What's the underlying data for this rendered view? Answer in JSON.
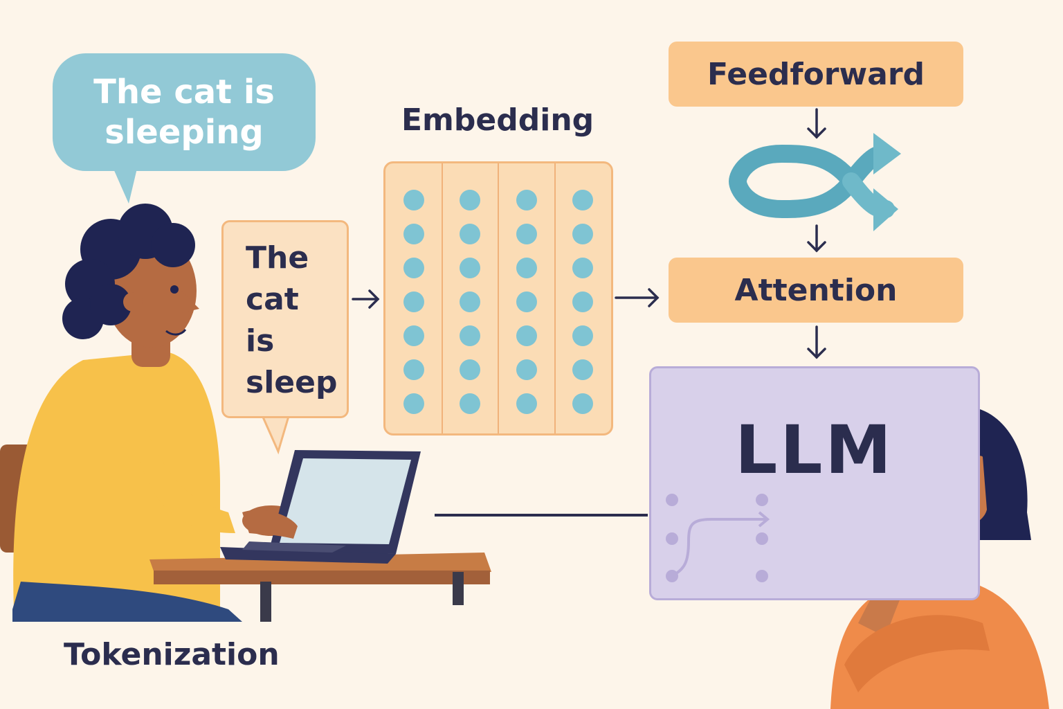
{
  "speech_bubble": {
    "text": "The cat is sleeping"
  },
  "tokens": [
    "The",
    "cat",
    "is",
    "sleep"
  ],
  "embedding": {
    "title": "Embedding",
    "columns": 4,
    "rows": 7
  },
  "pipeline": {
    "feedforward": "Feedforward",
    "attention": "Attention"
  },
  "llm": {
    "label": "LLM"
  },
  "tokenization": {
    "label": "Tokenization"
  },
  "colors": {
    "background": "#fdf5ea",
    "ink": "#2b2d4e",
    "bubble": "#92c9d6",
    "token_box": "#fbe1c2",
    "flow_box": "#fac78d",
    "llm_panel": "#d8d0ea",
    "dot": "#7fc4d3",
    "shirt_yellow": "#f7c14a",
    "shirt_orange": "#ef8b4a",
    "skin": "#b56b42"
  },
  "icons": [
    "infinity-split-icon",
    "connector-dots-icon",
    "laptop-icon"
  ]
}
